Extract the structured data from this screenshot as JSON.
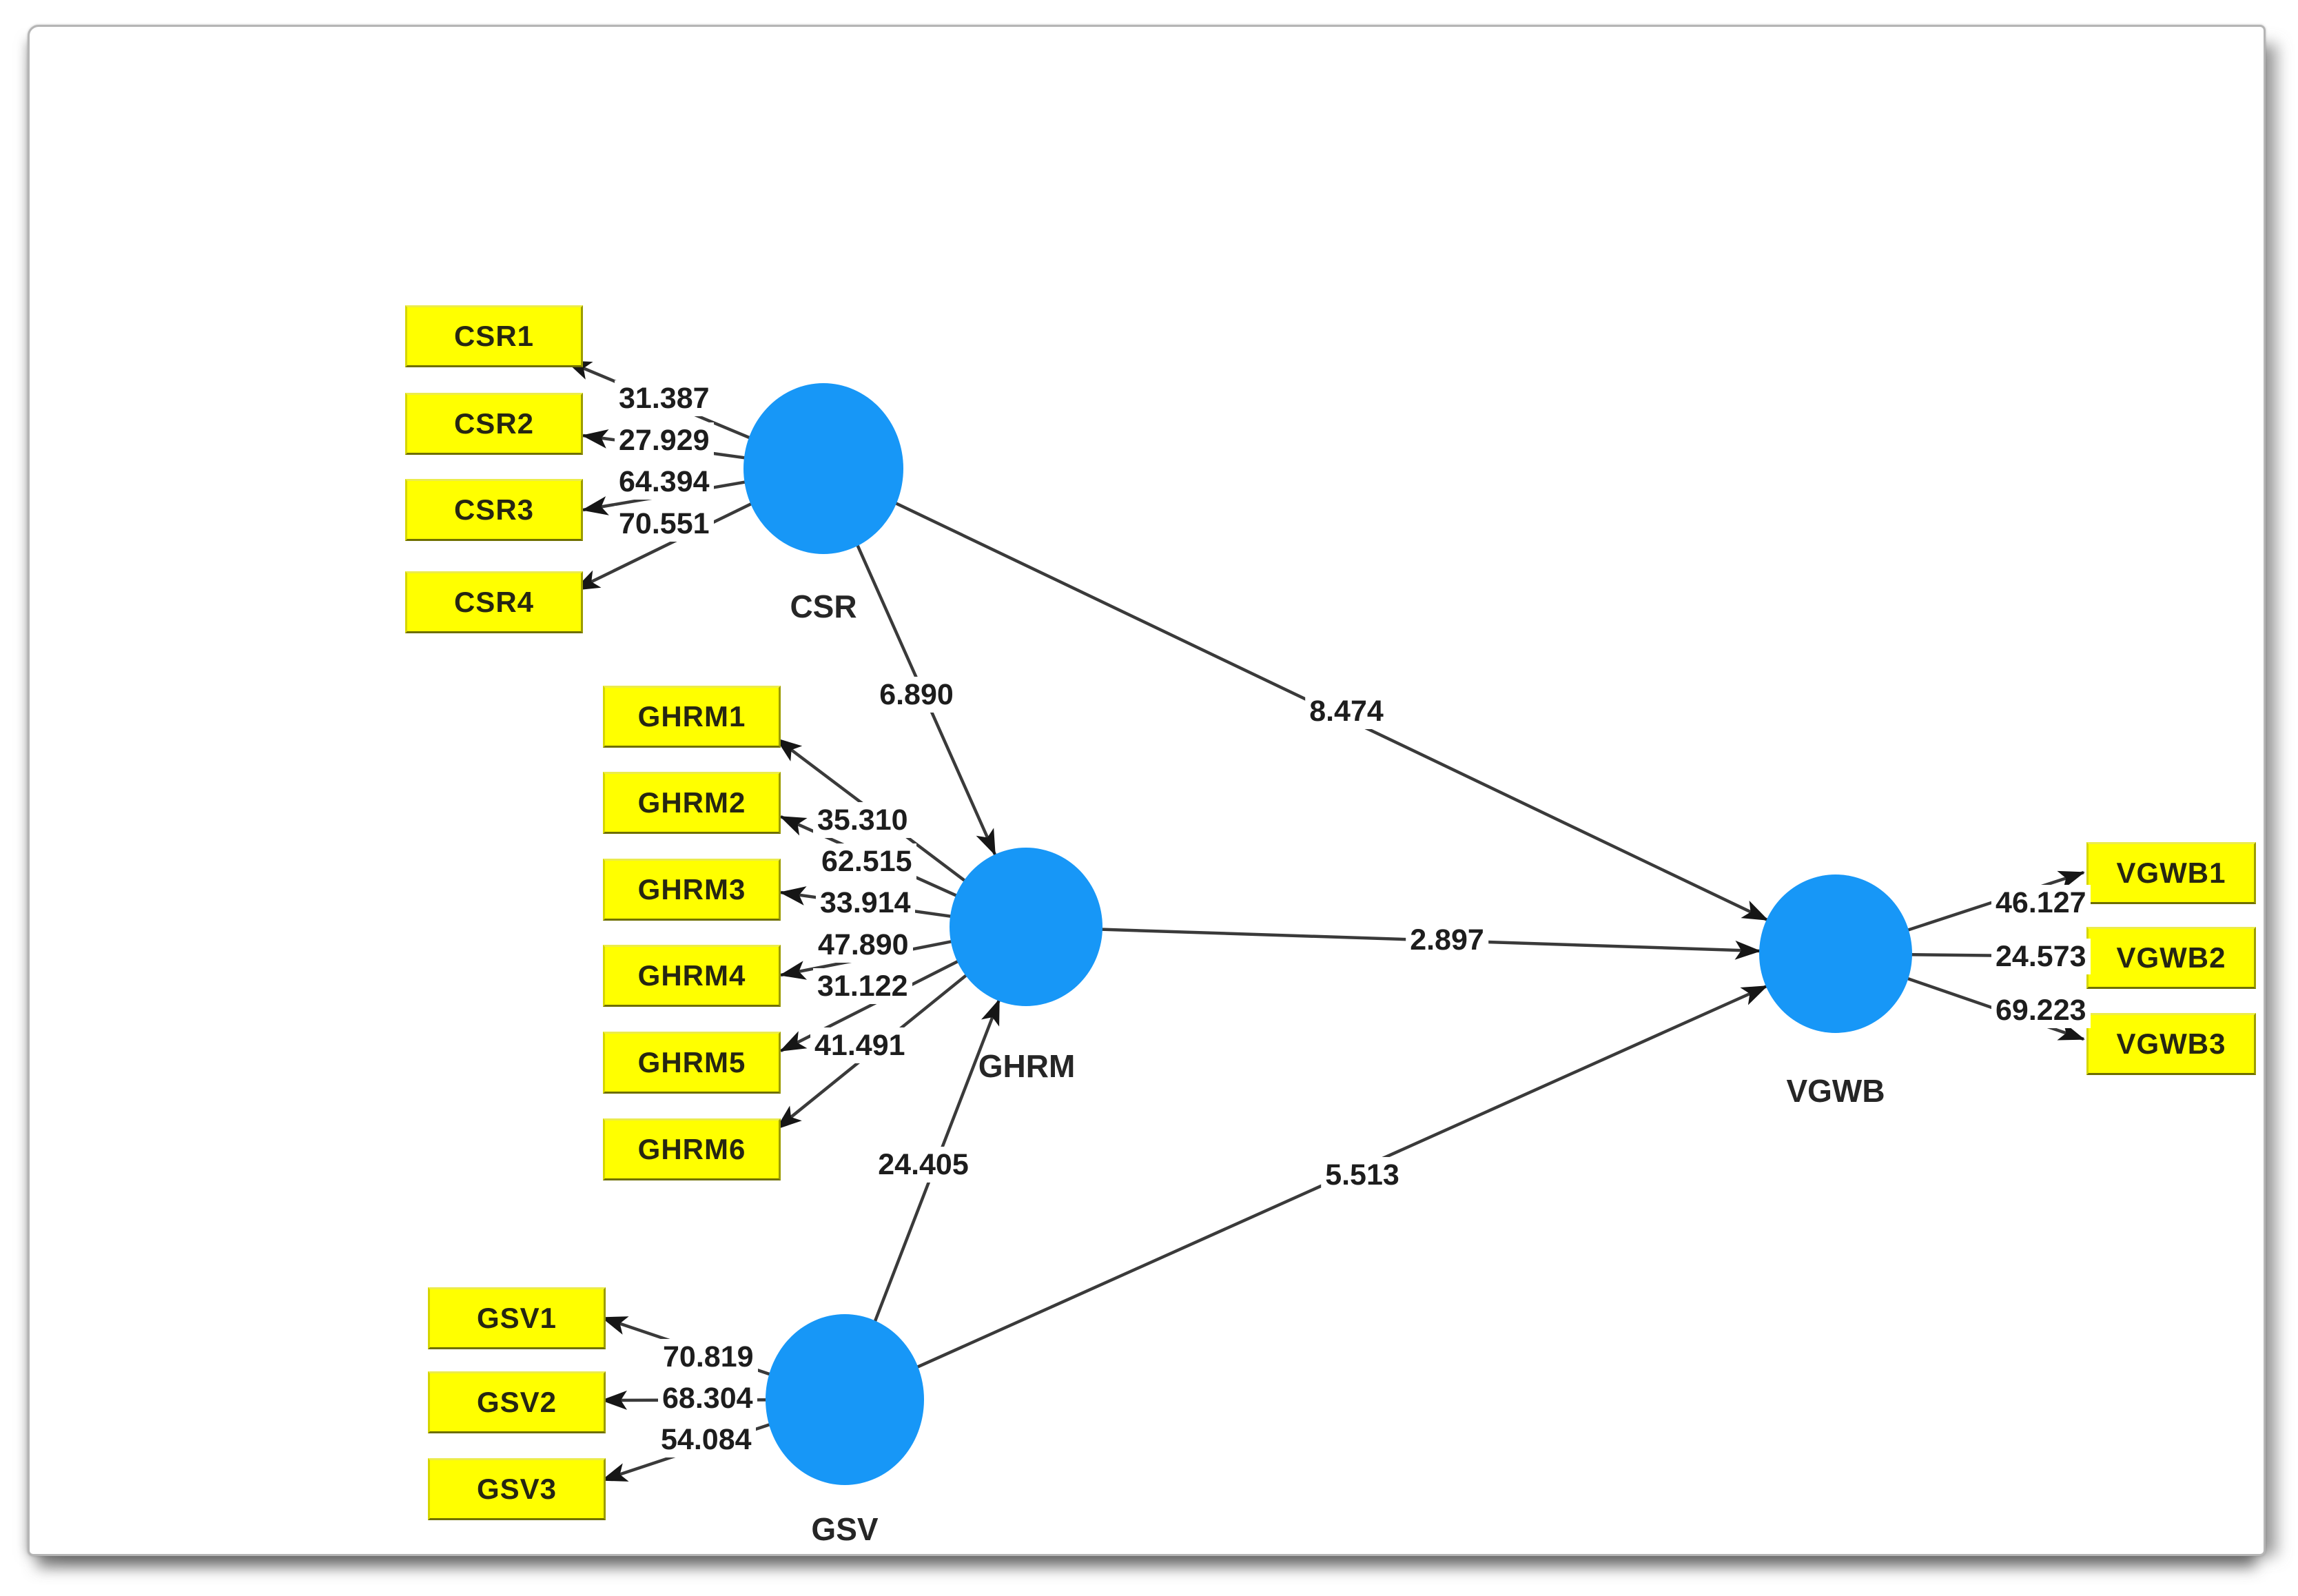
{
  "model": {
    "constructs": [
      {
        "name": "CSR",
        "indicators": [
          {
            "name": "CSR1",
            "t": "31.387"
          },
          {
            "name": "CSR2",
            "t": "27.929"
          },
          {
            "name": "CSR3",
            "t": "64.394"
          },
          {
            "name": "CSR4",
            "t": "70.551"
          }
        ]
      },
      {
        "name": "GHRM",
        "indicators": [
          {
            "name": "GHRM1",
            "t": "35.310"
          },
          {
            "name": "GHRM2",
            "t": "62.515"
          },
          {
            "name": "GHRM3",
            "t": "33.914"
          },
          {
            "name": "GHRM4",
            "t": "47.890"
          },
          {
            "name": "GHRM5",
            "t": "31.122"
          },
          {
            "name": "GHRM6",
            "t": "41.491"
          }
        ]
      },
      {
        "name": "GSV",
        "indicators": [
          {
            "name": "GSV1",
            "t": "70.819"
          },
          {
            "name": "GSV2",
            "t": "68.304"
          },
          {
            "name": "GSV3",
            "t": "54.084"
          }
        ]
      },
      {
        "name": "VGWB",
        "indicators": [
          {
            "name": "VGWB1",
            "t": "46.127"
          },
          {
            "name": "VGWB2",
            "t": "24.573"
          },
          {
            "name": "VGWB3",
            "t": "69.223"
          }
        ]
      }
    ],
    "paths": [
      {
        "from": "CSR",
        "to": "GHRM",
        "t": "6.890"
      },
      {
        "from": "CSR",
        "to": "VGWB",
        "t": "8.474"
      },
      {
        "from": "GHRM",
        "to": "VGWB",
        "t": "2.897"
      },
      {
        "from": "GSV",
        "to": "GHRM",
        "t": "24.405"
      },
      {
        "from": "GSV",
        "to": "VGWB",
        "t": "5.513"
      }
    ],
    "colors": {
      "construct_fill": "#1797F7",
      "indicator_fill": "#FFFF00",
      "indicator_border": "#9C9C00",
      "connector": "#3A3A3A",
      "arrowhead": "#161616"
    }
  }
}
